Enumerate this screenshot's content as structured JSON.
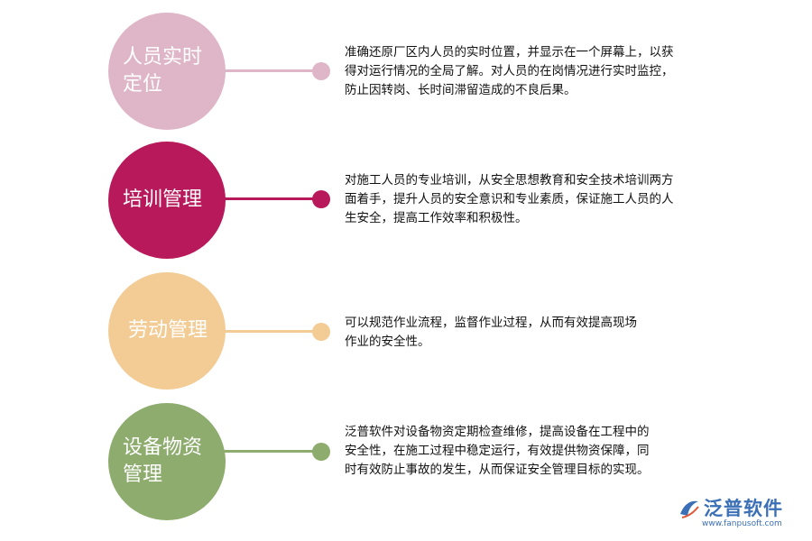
{
  "items": [
    {
      "title": "人员实时定位",
      "description": "准确还原厂区内人员的实时位置，并显示在一个屏幕上，以获得对运行情况的全局了解。对人员的在岗情况进行实时监控，防止因转岗、长时间滞留造成的不良后果。",
      "color": "#dfb6c7"
    },
    {
      "title": "培训管理",
      "description": "对施工人员的专业培训，从安全思想教育和安全技术培训两方面着手，提升人员的安全意识和专业素质，保证施工人员的人生安全，提高工作效率和积极性。",
      "color": "#b8195a"
    },
    {
      "title": "劳动管理",
      "description": "可以规范作业流程，监督作业过程，从而有效提高现场作业的安全性。",
      "color": "#f3cb94"
    },
    {
      "title": "设备物资管理",
      "description": "泛普软件对设备物资定期检查维修，提高设备在工程中的安全性，在施工过程中稳定运行，有效提供物资保障，同时有效防止事故的发生，从而保证安全管理目标的实现。",
      "color": "#8dac6e"
    }
  ],
  "logo": {
    "name": "泛普软件",
    "url": "www.fanpusoft.com"
  }
}
